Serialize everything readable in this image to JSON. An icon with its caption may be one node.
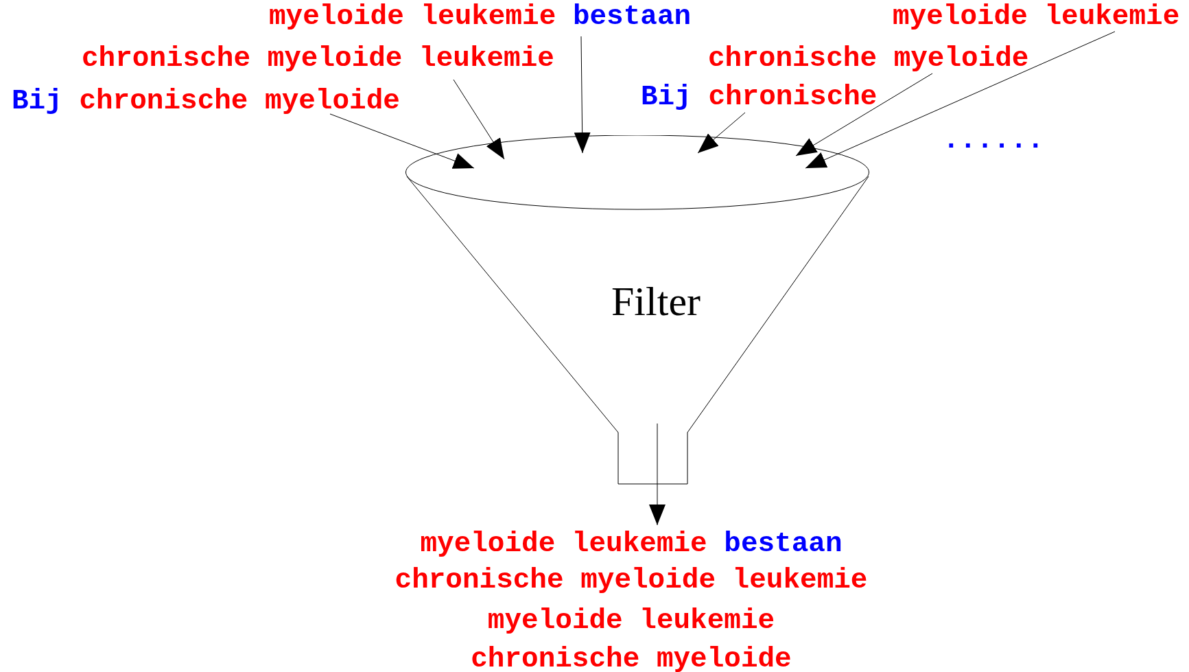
{
  "diagram": {
    "nodes": [
      {
        "text": [
          "myeloide leukemie",
          "bestaan"
        ]
      },
      {
        "text": [
          "myeloide leukemie"
        ]
      },
      {
        "text": [
          "chronische myeloide leukemie"
        ]
      },
      {
        "text": [
          "chronische myeloide"
        ]
      },
      {
        "text": [
          "Bij",
          "chronische myeloide"
        ]
      },
      {
        "text": [
          "Bij",
          "chronische"
        ]
      },
      {
        "text": [
          "Filter"
        ]
      },
      {
        "text": [
          "myeloide leukemie",
          "bestaan",
          "chronische myeloide leukemie",
          "myeloide leukemie",
          "chronische myeloide"
        ]
      }
    ],
    "edges": [
      {
        "from": 4,
        "to": 6,
        "arrow": "to"
      },
      {
        "from": 2,
        "to": 6,
        "arrow": "to"
      },
      {
        "from": 0,
        "to": 6,
        "arrow": "to"
      },
      {
        "from": 5,
        "to": 6,
        "arrow": "to"
      },
      {
        "from": 3,
        "to": 6,
        "arrow": "to"
      },
      {
        "from": 1,
        "to": 6,
        "arrow": "to"
      },
      {
        "from": 6,
        "to": 7,
        "arrow": "to"
      }
    ],
    "labels": [
      "......"
    ]
  }
}
